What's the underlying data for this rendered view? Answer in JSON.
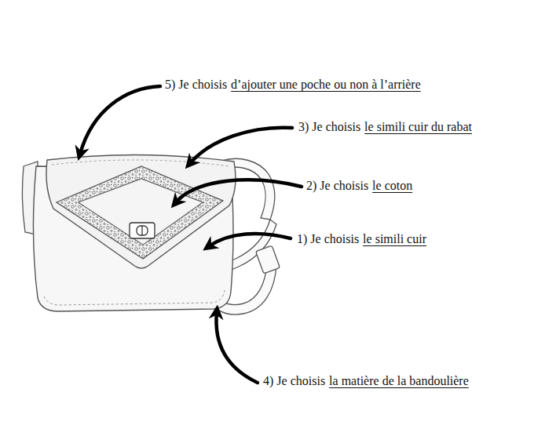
{
  "diagram": {
    "labels": [
      "5) Je choisis",
      "d’ajouter une poche ou non à l’arrière",
      "3) Je choisis",
      "le simili cuir du rabat",
      "2) Je choisis",
      "le coton",
      "1) Je choisis",
      "le simili cuir",
      "4) Je choisis",
      "la matière de la bandoulière"
    ]
  }
}
